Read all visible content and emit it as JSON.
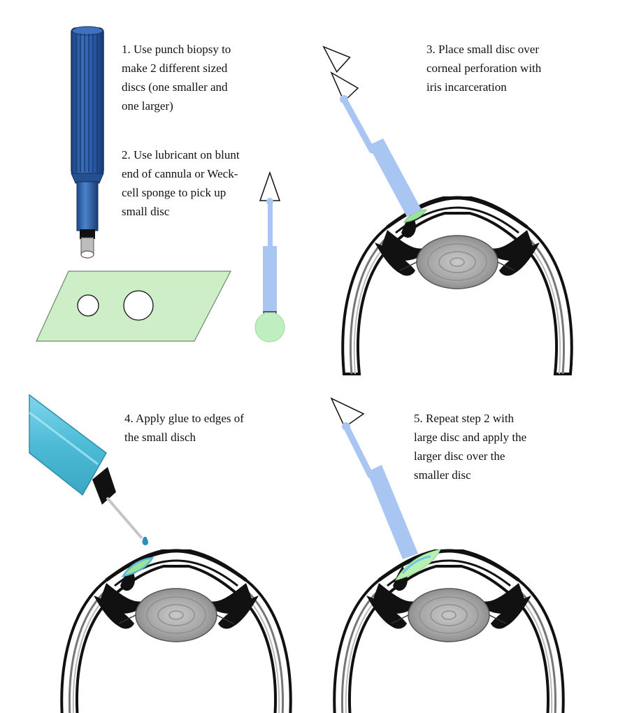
{
  "steps": [
    {
      "id": "step1",
      "lines": [
        "1. Use punch biopsy to",
        "make 2 different sized",
        "discs (one smaller and",
        "one larger)"
      ]
    },
    {
      "id": "step2",
      "lines": [
        "2. Use lubricant on blunt",
        "end of cannula or Weck-",
        "cell sponge to pick up",
        "small disc"
      ]
    },
    {
      "id": "step3",
      "lines": [
        "3. Place small disc over",
        "corneal perforation with",
        "iris incarceration"
      ]
    },
    {
      "id": "step4",
      "lines": [
        "4. Apply glue to edges of",
        "the small disch"
      ]
    },
    {
      "id": "step5",
      "lines": [
        "5. Repeat step 2 with",
        "large disc and apply the",
        "larger disc over the",
        "smaller disc"
      ]
    }
  ],
  "colors": {
    "punch_handle": "#2b58a0",
    "punch_dark": "#1a3c73",
    "membrane": "#cdeec6",
    "membrane_edge": "#6c8a68",
    "cannula": "#a9c6f2",
    "glue_bottle": "#5bc4dc",
    "eye_stroke": "#111111",
    "lens": "#a0a0a0",
    "small_disc": "#9be39b",
    "large_disc": "#b7f0b0",
    "glue_layer": "#6fc6e8"
  }
}
